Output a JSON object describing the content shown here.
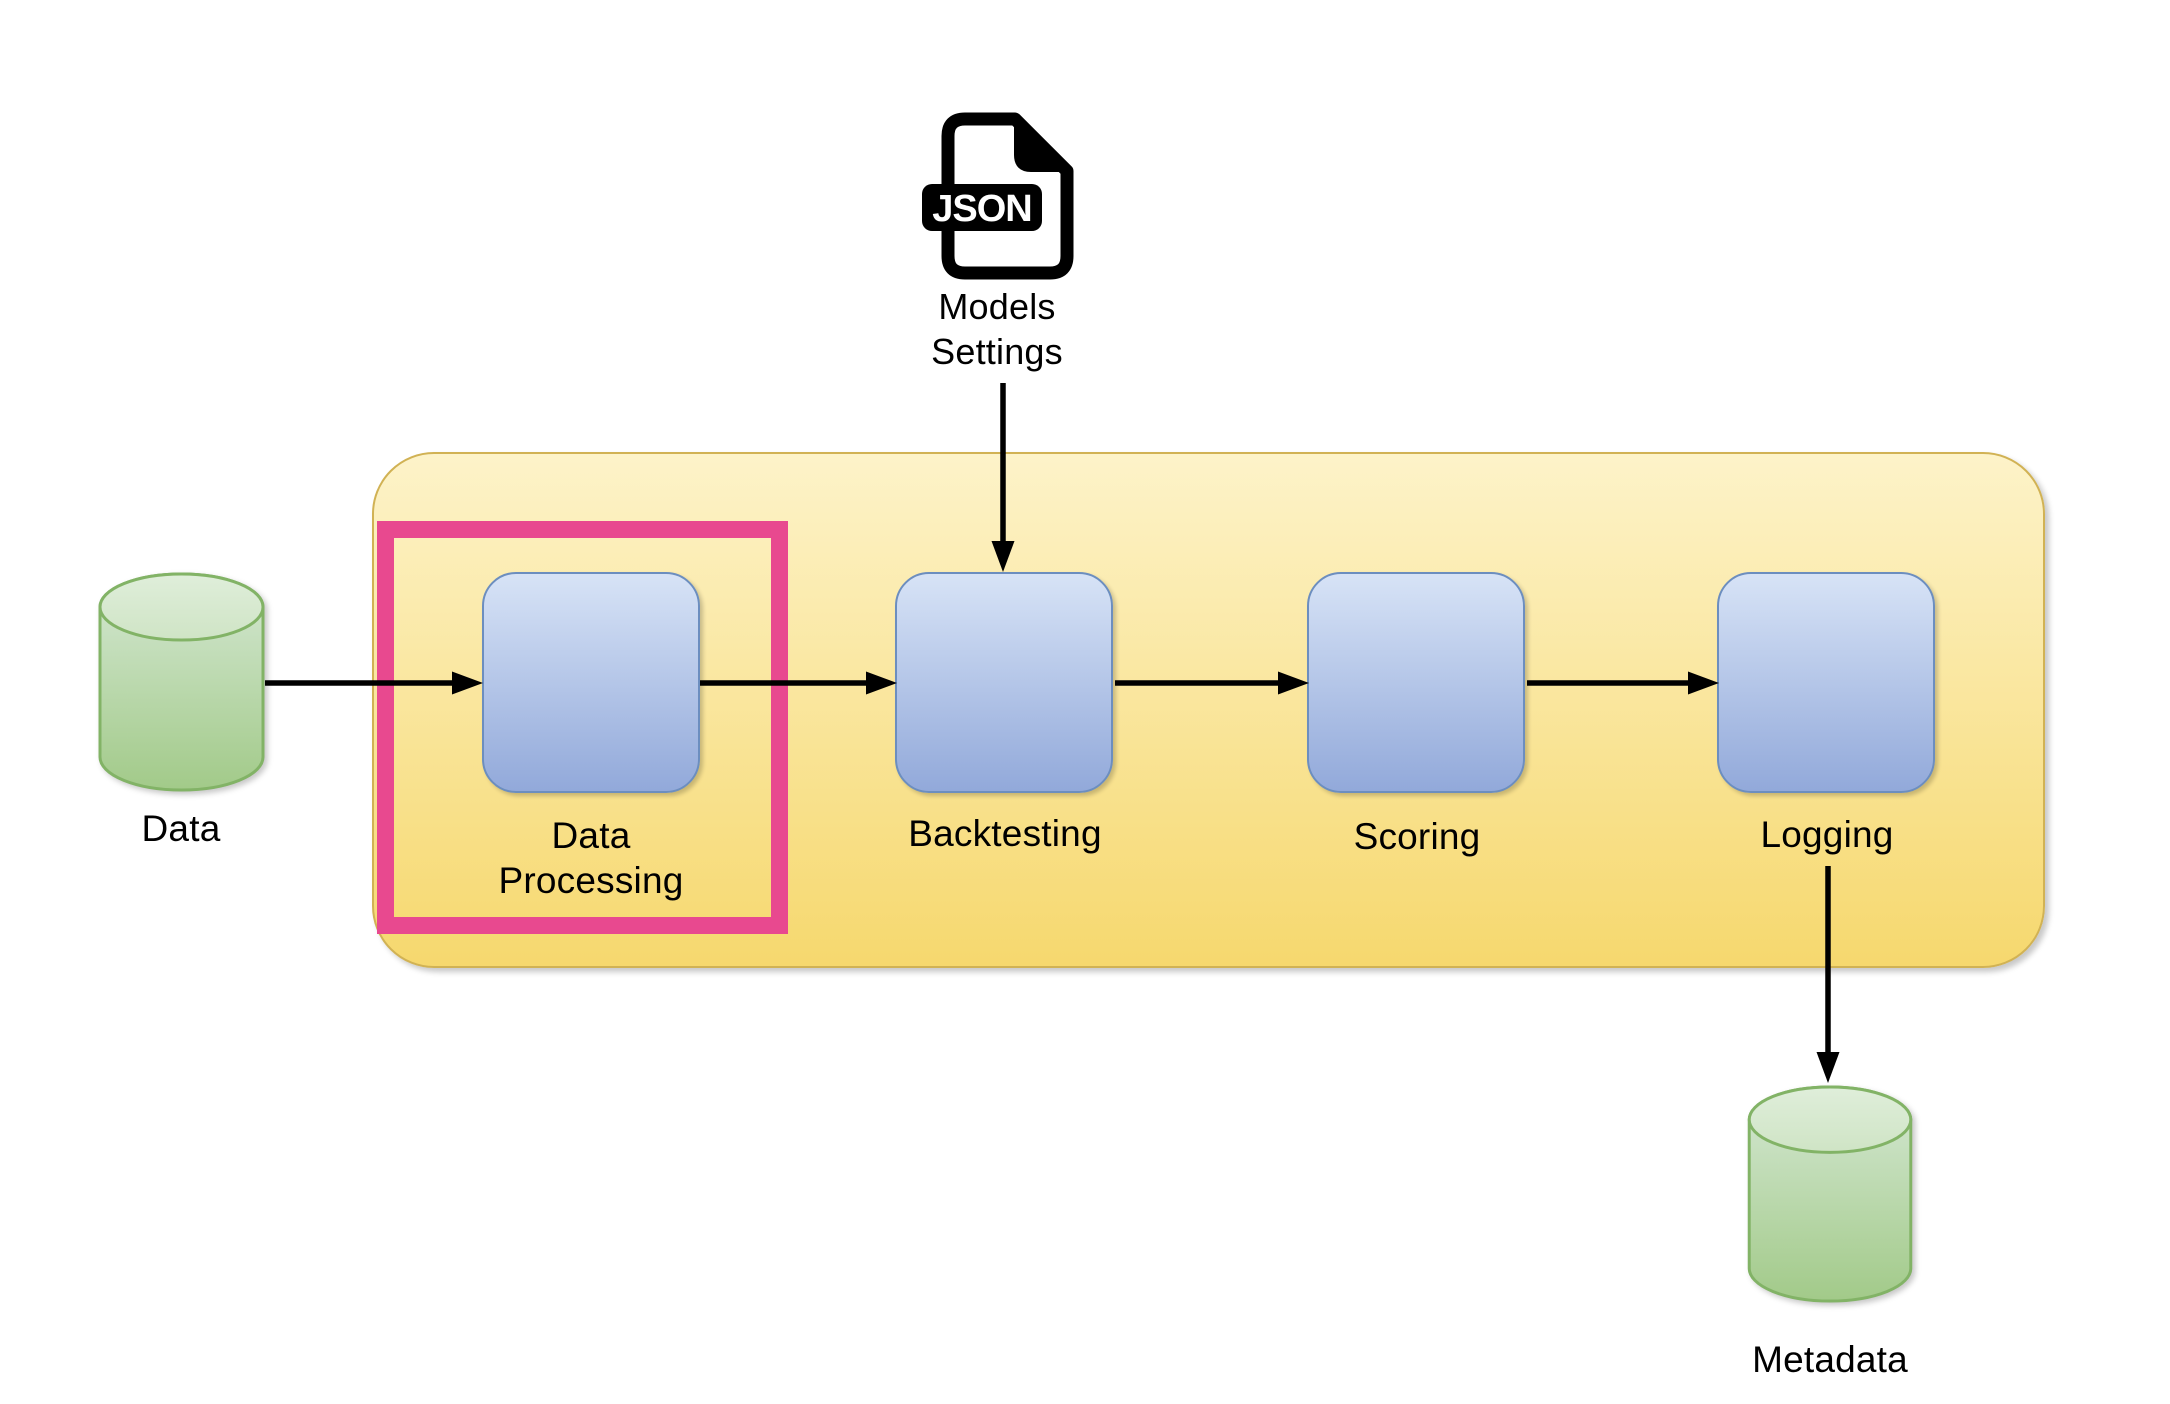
{
  "diagram": {
    "kind": "pipeline-flowchart",
    "stores": {
      "data": {
        "label": "Data"
      },
      "metadata": {
        "label": "Metadata"
      }
    },
    "config_file": {
      "icon": "json-file-icon",
      "badge_text": "JSON",
      "label_line1": "Models",
      "label_line2": "Settings"
    },
    "stages": {
      "data_processing": {
        "label_line1": "Data",
        "label_line2": "Processing",
        "highlighted": true
      },
      "backtesting": {
        "label": "Backtesting",
        "highlighted": false
      },
      "scoring": {
        "label": "Scoring",
        "highlighted": false
      },
      "logging": {
        "label": "Logging",
        "highlighted": false
      }
    },
    "flows": [
      "data -> data_processing",
      "data_processing -> backtesting",
      "models_settings -> backtesting",
      "backtesting -> scoring",
      "scoring -> logging",
      "logging -> metadata"
    ]
  },
  "colors": {
    "container_border": "#d1b254",
    "container_fill_top": "#fdf3c9",
    "container_fill_bottom": "#f6d86e",
    "stage_border": "#6c8ebf",
    "stage_fill_top": "#d7e3f6",
    "stage_fill_bottom": "#92a9da",
    "store_border": "#82b366",
    "store_fill_top": "#d5e8d4",
    "store_fill_bottom": "#a2ca89",
    "store_top_face": "#dfeeda",
    "store_top_face_2": "#cfe4c5",
    "highlight": "#e8498f",
    "arrow": "#000000",
    "text": "#000000",
    "icon": "#000000"
  }
}
